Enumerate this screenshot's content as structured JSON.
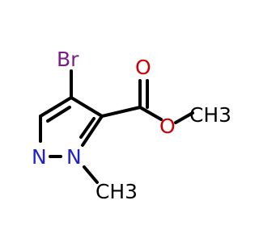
{
  "molecule": {
    "atoms": {
      "br": "Br",
      "n_ring": "N",
      "n_methyl": "N",
      "o_carbonyl": "O",
      "o_ester": "O",
      "ch3_ester": "CH3",
      "ch3_n": "CH3"
    }
  },
  "colors": {
    "bond": "#000000",
    "nitrogen": "#2222cc",
    "oxygen": "#cc0000",
    "bromine": "#7a1f86",
    "carbon": "#000000"
  }
}
